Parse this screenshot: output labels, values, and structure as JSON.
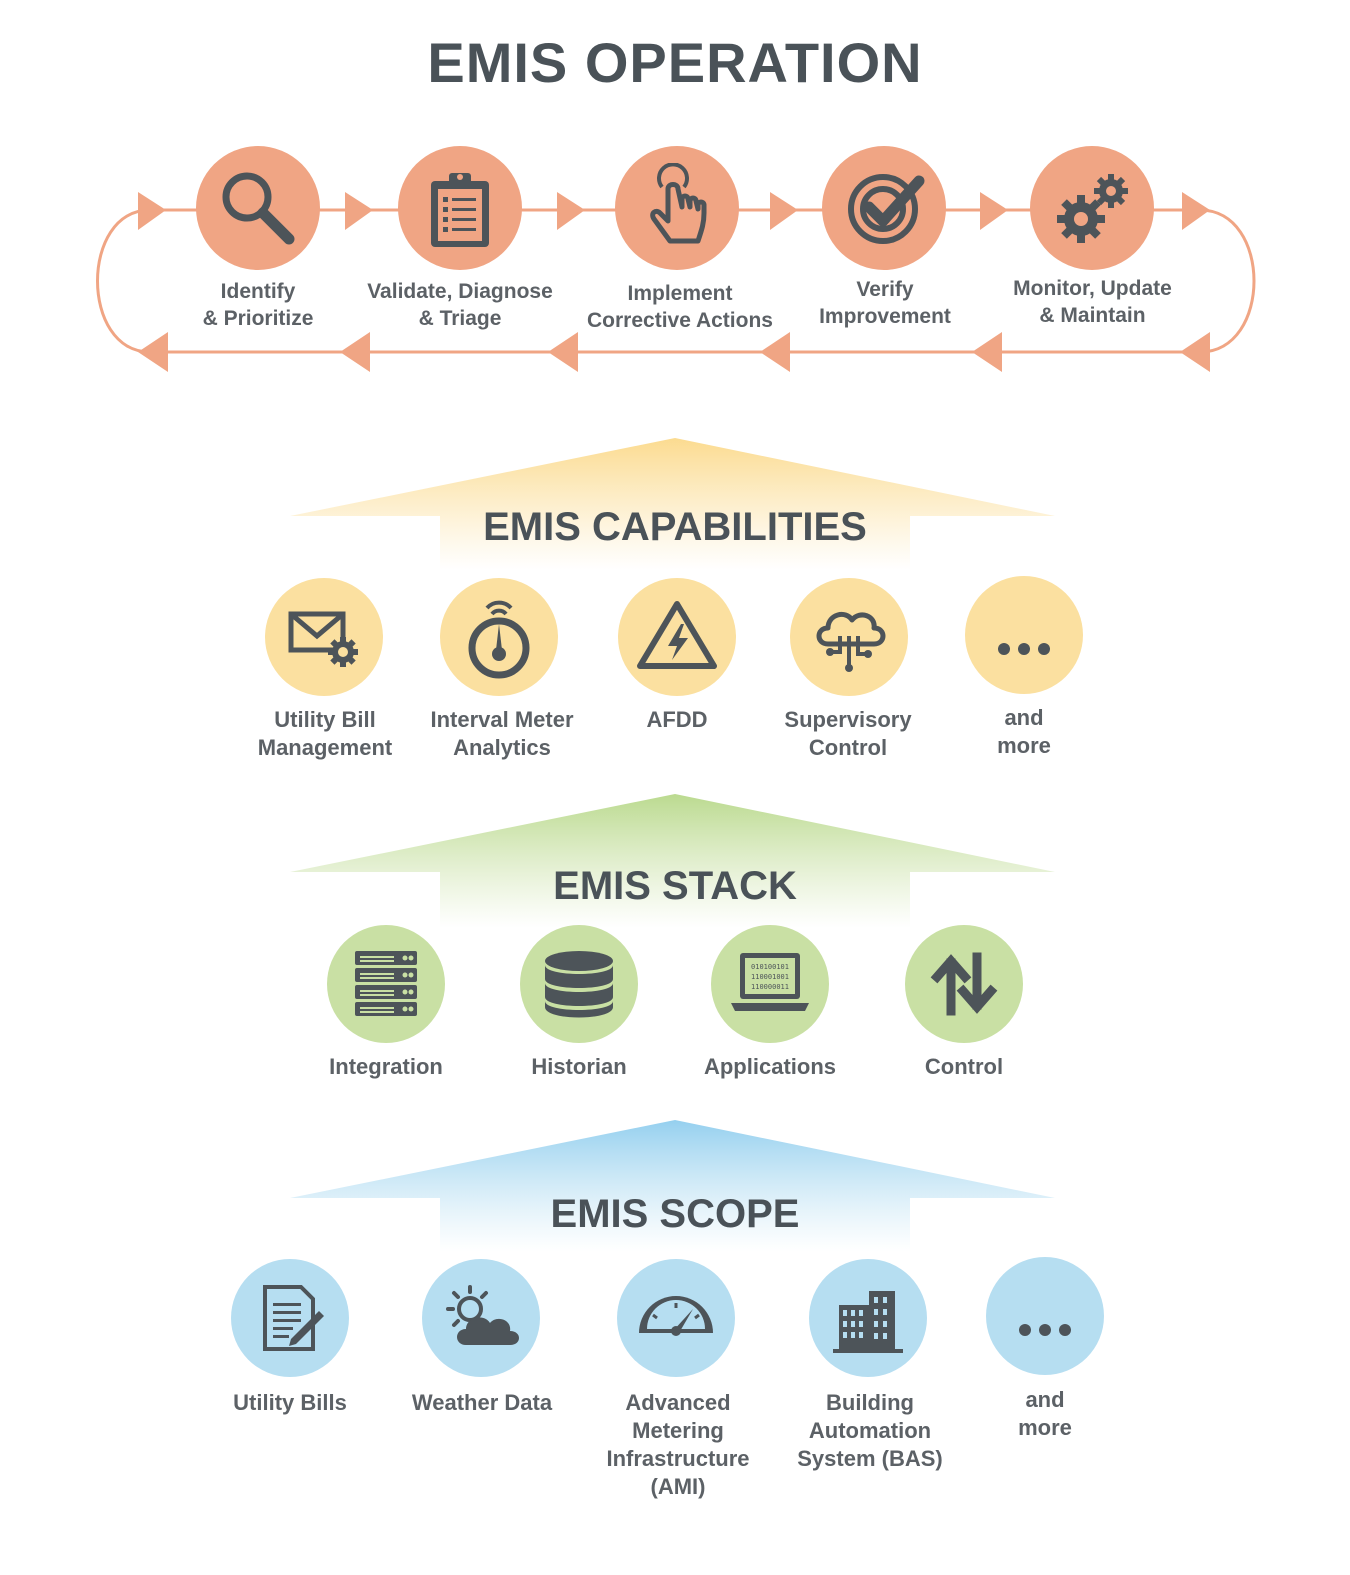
{
  "operation": {
    "title": "EMIS OPERATION",
    "steps": [
      {
        "label": "Identify\n& Prioritize",
        "icon": "magnifier-icon"
      },
      {
        "label": "Validate, Diagnose\n& Triage",
        "icon": "clipboard-icon"
      },
      {
        "label": "Implement\nCorrective Actions",
        "icon": "tap-hand-icon"
      },
      {
        "label": "Verify\nImprovement",
        "icon": "check-target-icon"
      },
      {
        "label": "Monitor, Update\n& Maintain",
        "icon": "gears-icon"
      }
    ]
  },
  "capabilities": {
    "title": "EMIS CAPABILITIES",
    "items": [
      {
        "label": "Utility Bill\nManagement",
        "icon": "envelope-gear-icon"
      },
      {
        "label": "Interval Meter\nAnalytics",
        "icon": "meter-gauge-icon"
      },
      {
        "label": "AFDD",
        "icon": "warning-bolt-icon"
      },
      {
        "label": "Supervisory\nControl",
        "icon": "cloud-circuit-icon"
      },
      {
        "label": "and\nmore",
        "icon": "ellipsis-icon"
      }
    ]
  },
  "stack": {
    "title": "EMIS STACK",
    "items": [
      {
        "label": "Integration",
        "icon": "server-rack-icon"
      },
      {
        "label": "Historian",
        "icon": "database-icon"
      },
      {
        "label": "Applications",
        "icon": "laptop-binary-icon",
        "screen_lines": [
          "010100101",
          "110001001",
          "110000011"
        ]
      },
      {
        "label": "Control",
        "icon": "up-down-arrows-icon"
      }
    ]
  },
  "scope": {
    "title": "EMIS SCOPE",
    "items": [
      {
        "label": "Utility Bills",
        "icon": "document-pen-icon"
      },
      {
        "label": "Weather Data",
        "icon": "sun-cloud-icon"
      },
      {
        "label": "Advanced\nMetering\nInfrastructure\n(AMI)",
        "icon": "speedometer-icon"
      },
      {
        "label": "Building\nAutomation\nSystem (BAS)",
        "icon": "buildings-icon"
      },
      {
        "label": "and\nmore",
        "icon": "ellipsis-icon"
      }
    ]
  },
  "colors": {
    "operation": "#f0a584",
    "capabilities": "#fbe0a0",
    "stack": "#c9e0a4",
    "scope": "#b6def1",
    "icon": "#4d5459",
    "text": "#5c6166"
  }
}
